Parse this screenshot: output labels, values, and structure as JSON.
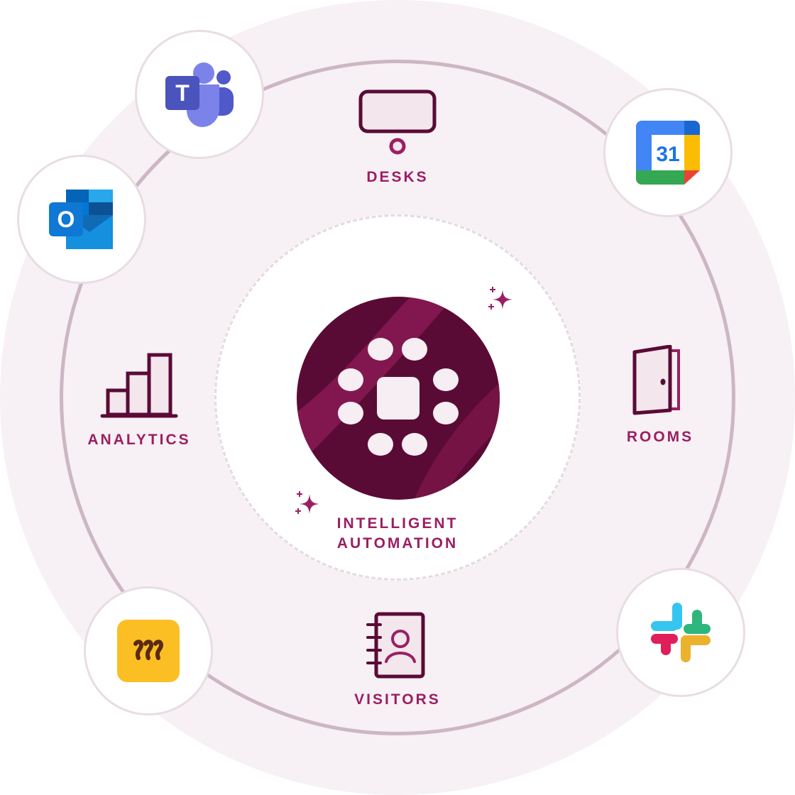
{
  "features": {
    "desks": "DESKS",
    "rooms": "ROOMS",
    "visitors": "VISITORS",
    "analytics": "ANALYTICS",
    "center_line1": "INTELLIGENT",
    "center_line2": "AUTOMATION"
  },
  "integrations": [
    {
      "name": "microsoft-teams",
      "letter": "T"
    },
    {
      "name": "outlook",
      "letter": "O"
    },
    {
      "name": "google-calendar",
      "number": "31"
    },
    {
      "name": "slack"
    },
    {
      "name": "robin"
    }
  ],
  "colors": {
    "accent": "#9a1f62",
    "core": "#5a0b35",
    "outline": "#5a0b35",
    "ring": "#cdb6c3",
    "disc": "#f7f0f4"
  }
}
